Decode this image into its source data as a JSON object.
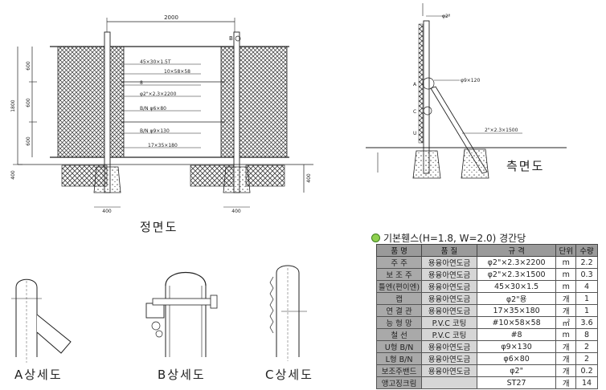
{
  "front": {
    "dim_width": "2000",
    "dim_h_top": "600",
    "dim_h_mid": "600",
    "dim_h_bot": "600",
    "dim_total": "1800",
    "dim_base": "400",
    "dim_base_right": "400",
    "dim_foot_left": "400",
    "dim_foot_right": "400",
    "marker_b": "B",
    "callouts": [
      "45×30×1.5T",
      "10×58×58",
      "8",
      "φ2\"×2.3×2200",
      "B/N φ6×80",
      "B/N φ9×130",
      "17×35×180"
    ]
  },
  "side": {
    "pipe_label": "φ2\"",
    "bolt_label": "φ9×120",
    "brace_label": "2\"×2.3×1500",
    "markers": [
      "A",
      "C",
      "U"
    ]
  },
  "captions": {
    "front": "정면도",
    "side": "측면도",
    "detail_a": "A상세도",
    "detail_b": "B상세도",
    "detail_c": "C상세도"
  },
  "spec": {
    "title": "기본휀스(H=1.8, W=2.0) 경간당",
    "headers": [
      "품  명",
      "품  질",
      "규  격",
      "단위",
      "수량"
    ],
    "rows": [
      [
        "주  주",
        "용융아연도금",
        "φ2\"×2.3×2200",
        "m",
        "2.2"
      ],
      [
        "보 조 주",
        "용융아연도금",
        "φ2\"×2.3×1500",
        "m",
        "0.3"
      ],
      [
        "틀엔(편이엔)",
        "용융아연도금",
        "45×30×1.5",
        "m",
        "4"
      ],
      [
        "캡",
        "용융아연도금",
        "φ2\"용",
        "개",
        "1"
      ],
      [
        "연 결 관",
        "용융아연도금",
        "17×35×180",
        "개",
        "1"
      ],
      [
        "능 형 망",
        "P.V.C 코팅",
        "#10×58×58",
        "㎡",
        "3.6"
      ],
      [
        "철  선",
        "P.V.C 코팅",
        "#8",
        "m",
        "8"
      ],
      [
        "U형 B/N",
        "용융아연도금",
        "φ9×130",
        "개",
        "2"
      ],
      [
        "L형 B/N",
        "용융아연도금",
        "φ6×80",
        "개",
        "2"
      ],
      [
        "보조주밴드",
        "용융아연도금",
        "φ2\"",
        "개",
        "0.2"
      ],
      [
        "앵고징크림",
        "",
        "ST27",
        "개",
        "14"
      ]
    ]
  }
}
